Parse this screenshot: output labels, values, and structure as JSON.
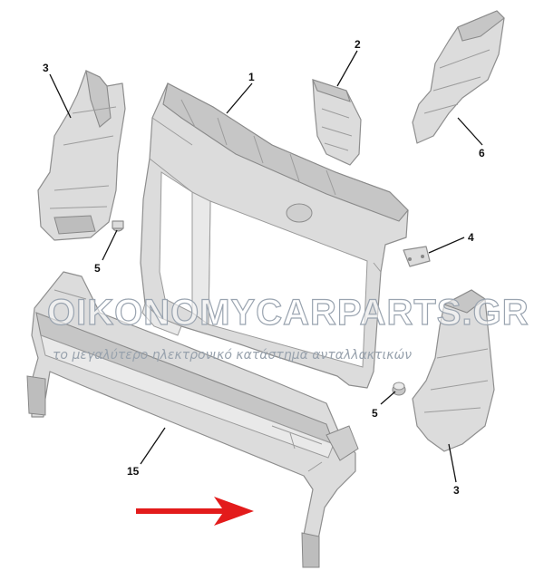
{
  "watermark": {
    "brand": "OIKONOMYCARPARTS.GR",
    "tagline": "το μεγαλύτερο ηλεκτρονικό κατάστημα ανταλλακτικών"
  },
  "callouts": {
    "c1": "1",
    "c2": "2",
    "c3a": "3",
    "c3b": "3",
    "c4": "4",
    "c5a": "5",
    "c5b": "5",
    "c6": "6",
    "c15": "15"
  },
  "colors": {
    "arrow": "#e31b1b",
    "part_fill": "#dcdcdc",
    "part_stroke": "#8e8e8e",
    "leader": "#111111"
  }
}
